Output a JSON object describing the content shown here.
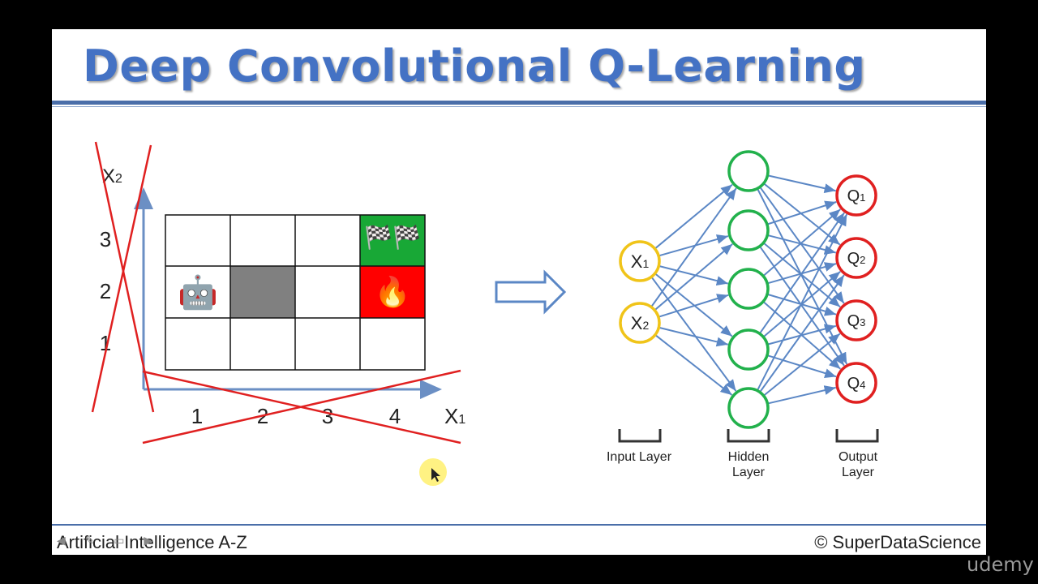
{
  "slide": {
    "title": "Deep Convolutional Q-Learning",
    "footer_left": "Artificial Intelligence A-Z",
    "footer_right": "© SuperDataScience"
  },
  "grid": {
    "x_axis_label": "X",
    "x_axis_sub": "1",
    "y_axis_label": "X",
    "y_axis_sub": "2",
    "x_ticks": [
      "1",
      "2",
      "3",
      "4"
    ],
    "y_ticks": [
      "3",
      "2",
      "1"
    ],
    "cells": {
      "goal_flags": "🏁🏁",
      "fire": "🔥",
      "robot": "🤖"
    },
    "colors": {
      "goal": "#18a836",
      "fire": "#ff0000",
      "wall": "#808080",
      "cross": "#e02020",
      "axis": "#6b8fc4"
    }
  },
  "network": {
    "input_nodes": [
      {
        "label": "X",
        "sub": "1"
      },
      {
        "label": "X",
        "sub": "2"
      }
    ],
    "hidden_count": 5,
    "output_nodes": [
      {
        "label": "Q",
        "sub": "1"
      },
      {
        "label": "Q",
        "sub": "2"
      },
      {
        "label": "Q",
        "sub": "3"
      },
      {
        "label": "Q",
        "sub": "4"
      }
    ],
    "layer_labels": {
      "input": "Input Layer",
      "hidden_line1": "Hidden",
      "hidden_line2": "Layer",
      "output_line1": "Output",
      "output_line2": "Layer"
    },
    "colors": {
      "input": "#f0c419",
      "hidden": "#22b14c",
      "output": "#e02020",
      "edge": "#5b87c5"
    }
  },
  "watermark": "udemy",
  "player_controls": "◀ ✎ ▭ ▶"
}
